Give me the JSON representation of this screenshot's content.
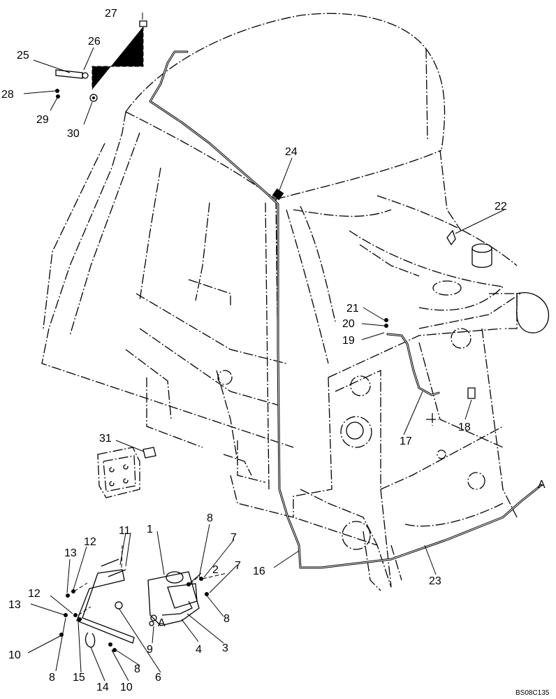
{
  "diagram": {
    "drawing_code": "BS08C135",
    "connection_label": "A",
    "callouts": [
      {
        "id": "c1",
        "label": "1"
      },
      {
        "id": "c2",
        "label": "2"
      },
      {
        "id": "c3",
        "label": "3"
      },
      {
        "id": "c4",
        "label": "4"
      },
      {
        "id": "c6",
        "label": "6"
      },
      {
        "id": "c7a",
        "label": "7"
      },
      {
        "id": "c7b",
        "label": "7"
      },
      {
        "id": "c8a",
        "label": "8"
      },
      {
        "id": "c8b",
        "label": "8"
      },
      {
        "id": "c8c",
        "label": "8"
      },
      {
        "id": "c8d",
        "label": "8"
      },
      {
        "id": "c9",
        "label": "9"
      },
      {
        "id": "c10a",
        "label": "10"
      },
      {
        "id": "c10b",
        "label": "10"
      },
      {
        "id": "c11",
        "label": "11"
      },
      {
        "id": "c12a",
        "label": "12"
      },
      {
        "id": "c12b",
        "label": "12"
      },
      {
        "id": "c13a",
        "label": "13"
      },
      {
        "id": "c13b",
        "label": "13"
      },
      {
        "id": "c14",
        "label": "14"
      },
      {
        "id": "c15",
        "label": "15"
      },
      {
        "id": "c16",
        "label": "16"
      },
      {
        "id": "c17",
        "label": "17"
      },
      {
        "id": "c18",
        "label": "18"
      },
      {
        "id": "c19",
        "label": "19"
      },
      {
        "id": "c20",
        "label": "20"
      },
      {
        "id": "c21",
        "label": "21"
      },
      {
        "id": "c22",
        "label": "22"
      },
      {
        "id": "c23",
        "label": "23"
      },
      {
        "id": "c24",
        "label": "24"
      },
      {
        "id": "c25",
        "label": "25"
      },
      {
        "id": "c26",
        "label": "26"
      },
      {
        "id": "c27",
        "label": "27"
      },
      {
        "id": "c28",
        "label": "28"
      },
      {
        "id": "c29",
        "label": "29"
      },
      {
        "id": "c30",
        "label": "30"
      },
      {
        "id": "c31",
        "label": "31"
      }
    ]
  }
}
